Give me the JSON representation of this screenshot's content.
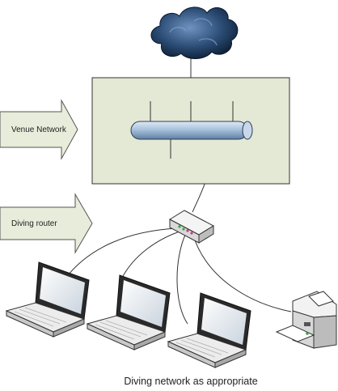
{
  "labels": {
    "venue_network": "Venue Network",
    "diving_router": "Diving router",
    "caption": "Diving network as appropriate"
  },
  "colors": {
    "venue_box_fill": "#e4e9d6",
    "arrow_fill": "#e8ecda",
    "pipe_fill": "#a9c3de",
    "cloud_fill": "#2d4f78",
    "line": "#333333"
  },
  "icons": [
    "cloud-icon",
    "network-pipe-icon",
    "router-icon",
    "laptop-icon",
    "printer-icon"
  ]
}
